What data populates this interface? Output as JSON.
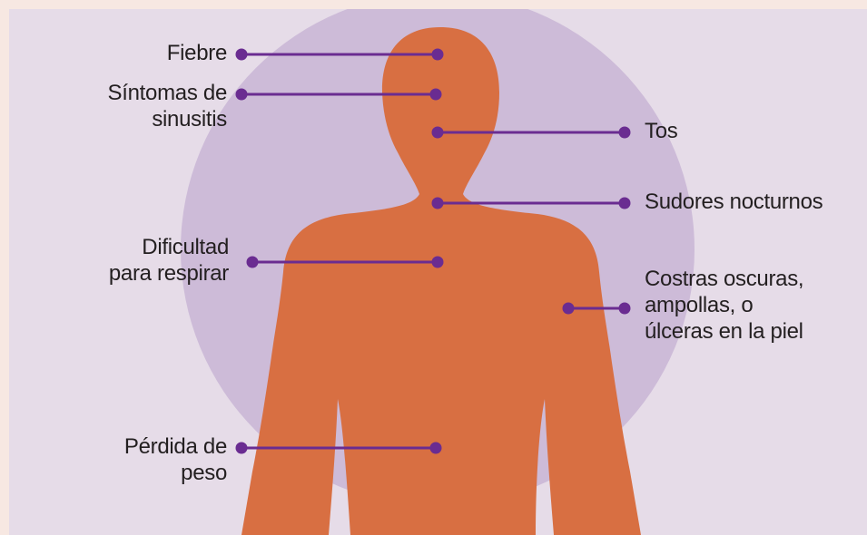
{
  "colors": {
    "page_background": "#f7e8e2",
    "panel_background": "#e6dce8",
    "circle": "#cdbbd8",
    "body": "#d86f42",
    "leader": "#6a2c91"
  },
  "symptoms": {
    "fever": [
      "Fiebre"
    ],
    "sinusitis": [
      "Síntomas de",
      "sinusitis"
    ],
    "cough": [
      "Tos"
    ],
    "night_sweats": [
      "Sudores nocturnos"
    ],
    "breathing": [
      "Dificultad",
      "para respirar"
    ],
    "skin": [
      "Costras oscuras,",
      "ampollas, o",
      "úlceras en la piel"
    ],
    "weight_loss": [
      "Pérdida de",
      "peso"
    ]
  }
}
